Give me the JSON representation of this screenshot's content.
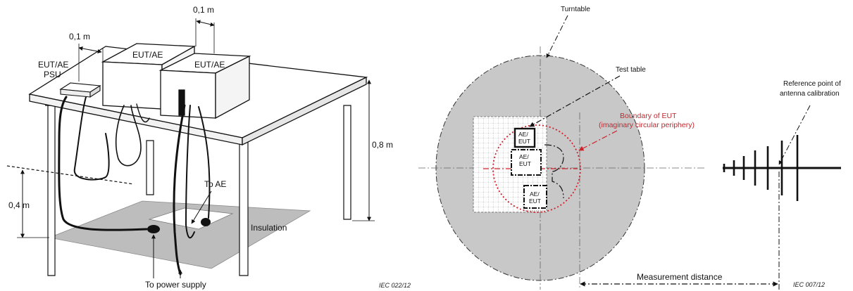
{
  "left_diagram": {
    "dim_top": "0,1 m",
    "dim_left_gap": "0,1 m",
    "box1_label": "EUT/AE",
    "box2_label": "EUT/AE",
    "psu_label_line1": "EUT/AE",
    "psu_label_line2": "PSU",
    "table_height": "0,8 m",
    "cable_height": "0,4 m",
    "to_ae": "To AE",
    "insulation": "Insulation",
    "to_power_supply": "To power supply",
    "figure_code": "IEC   022/12"
  },
  "right_diagram": {
    "turntable": "Turntable",
    "test_table": "Test table",
    "boundary_line1": "Boundary of EUT",
    "boundary_line2": "(imaginary circular periphery)",
    "ref_line1": "Reference point of",
    "ref_line2": "antenna calibration",
    "box_a_1": "AE/",
    "box_a_2": "EUT",
    "box_b_1": "AE/",
    "box_b_2": "EUT",
    "box_c_1": "AE/",
    "box_c_2": "EUT",
    "measurement_distance": "Measurement distance",
    "figure_code": "IEC   007/12"
  },
  "colors": {
    "turntable_fill": "#c8c8c8",
    "insulation_fill": "#bdbdbd",
    "boundary_red": "#d0202a",
    "line": "#111111"
  }
}
